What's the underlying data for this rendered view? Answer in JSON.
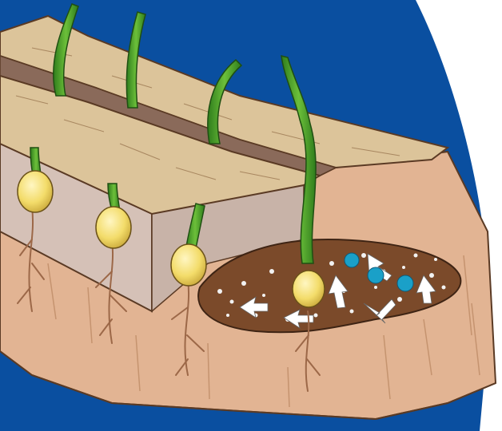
{
  "illustration": {
    "subject": "soil-cross-section-seedlings",
    "seedling_count": 4,
    "blue_granule_count": 3,
    "colors": {
      "background": "#ffffff",
      "sky_blue": "#0a4fa0",
      "straw": "#dcc49a",
      "soil": "#e2b493",
      "soil_dark": "#c98f6a",
      "trench_wall": "#d5c1b7",
      "stem_green": "#4a9a2a",
      "seed_yellow": "#f3dc6a",
      "root": "#9c6848",
      "mulch_brown": "#7b4a2a",
      "fertilizer_white": "#f2f2f2",
      "fertilizer_blue": "#1aa0c8"
    }
  }
}
